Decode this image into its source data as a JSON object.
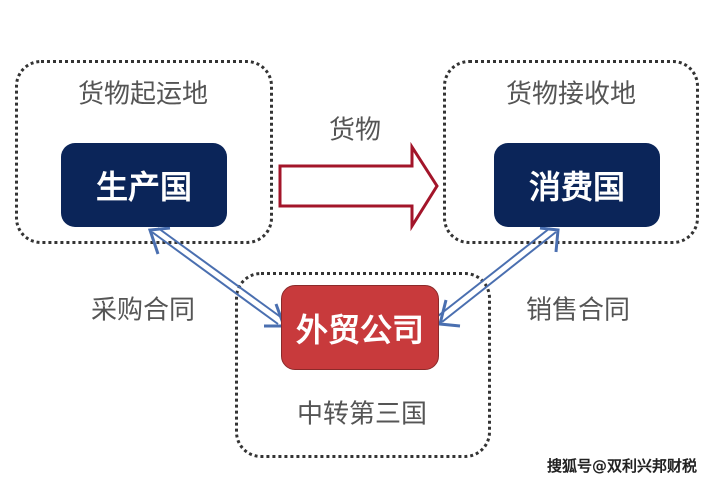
{
  "origin": {
    "region_label": "货物起运地",
    "node_label": "生产国"
  },
  "destination": {
    "region_label": "货物接收地",
    "node_label": "消费国"
  },
  "transit": {
    "region_label": "中转第三国",
    "node_label": "外贸公司"
  },
  "goods_flow_label": "货物",
  "purchase_contract_label": "采购合同",
  "sales_contract_label": "销售合同",
  "watermark": "搜狐号@双利兴邦财税",
  "colors": {
    "navy": "#0b2559",
    "red": "#c83a3c",
    "arrow_red": "#a3152a",
    "link_blue": "#4a6fb0"
  }
}
